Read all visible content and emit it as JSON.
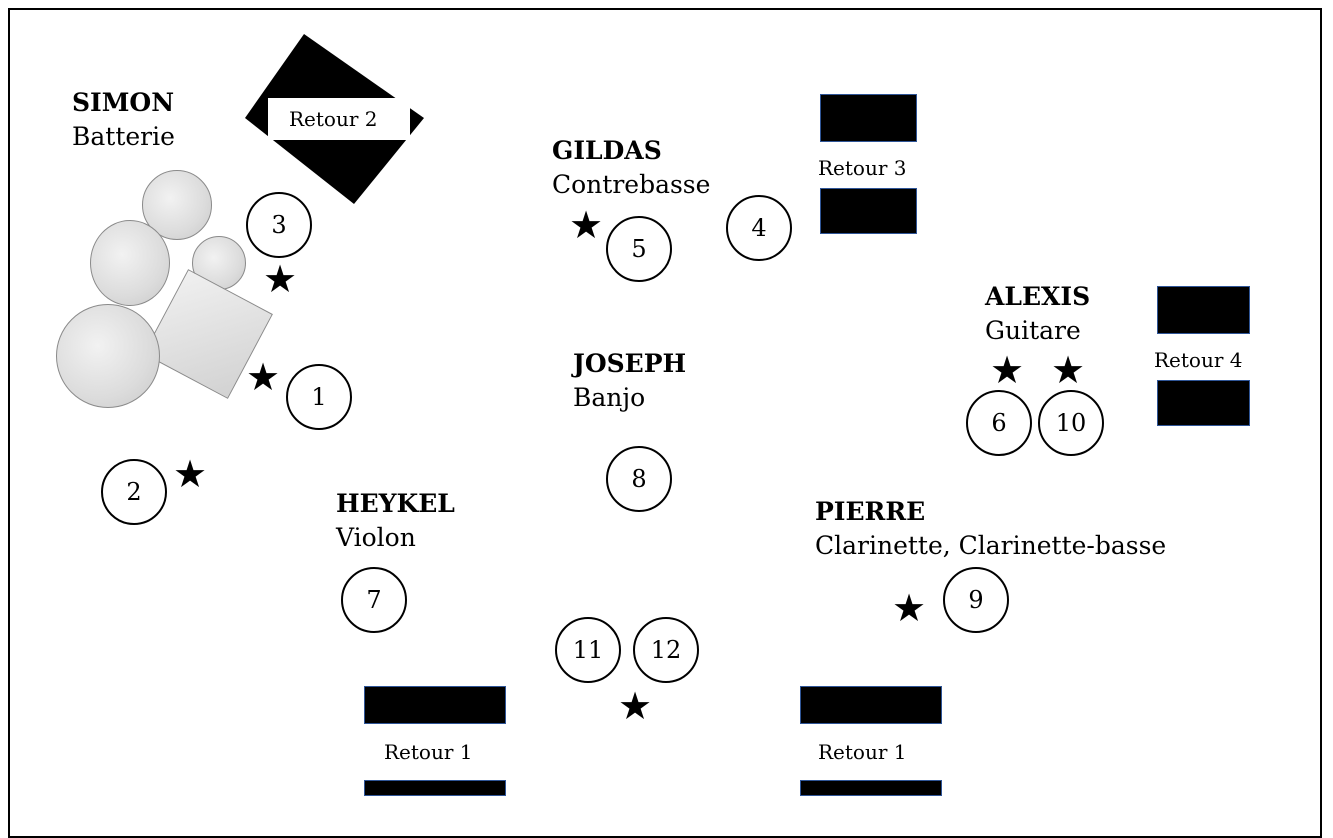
{
  "musicians": {
    "simon": {
      "name": "SIMON",
      "instrument": "Batterie"
    },
    "gildas": {
      "name": "GILDAS",
      "instrument": "Contrebasse"
    },
    "joseph": {
      "name": "JOSEPH",
      "instrument": "Banjo"
    },
    "alexis": {
      "name": "ALEXIS",
      "instrument": "Guitare"
    },
    "heykel": {
      "name": "HEYKEL",
      "instrument": "Violon"
    },
    "pierre": {
      "name": "PIERRE",
      "instrument": "Clarinette, Clarinette-basse"
    }
  },
  "mics": [
    "1",
    "2",
    "3",
    "4",
    "5",
    "6",
    "7",
    "8",
    "9",
    "10",
    "11",
    "12"
  ],
  "monitors": {
    "retour1_left": "Retour 1",
    "retour1_right": "Retour 1",
    "retour2": "Retour 2",
    "retour3": "Retour 3",
    "retour4": "Retour 4"
  },
  "star_symbol": "★"
}
